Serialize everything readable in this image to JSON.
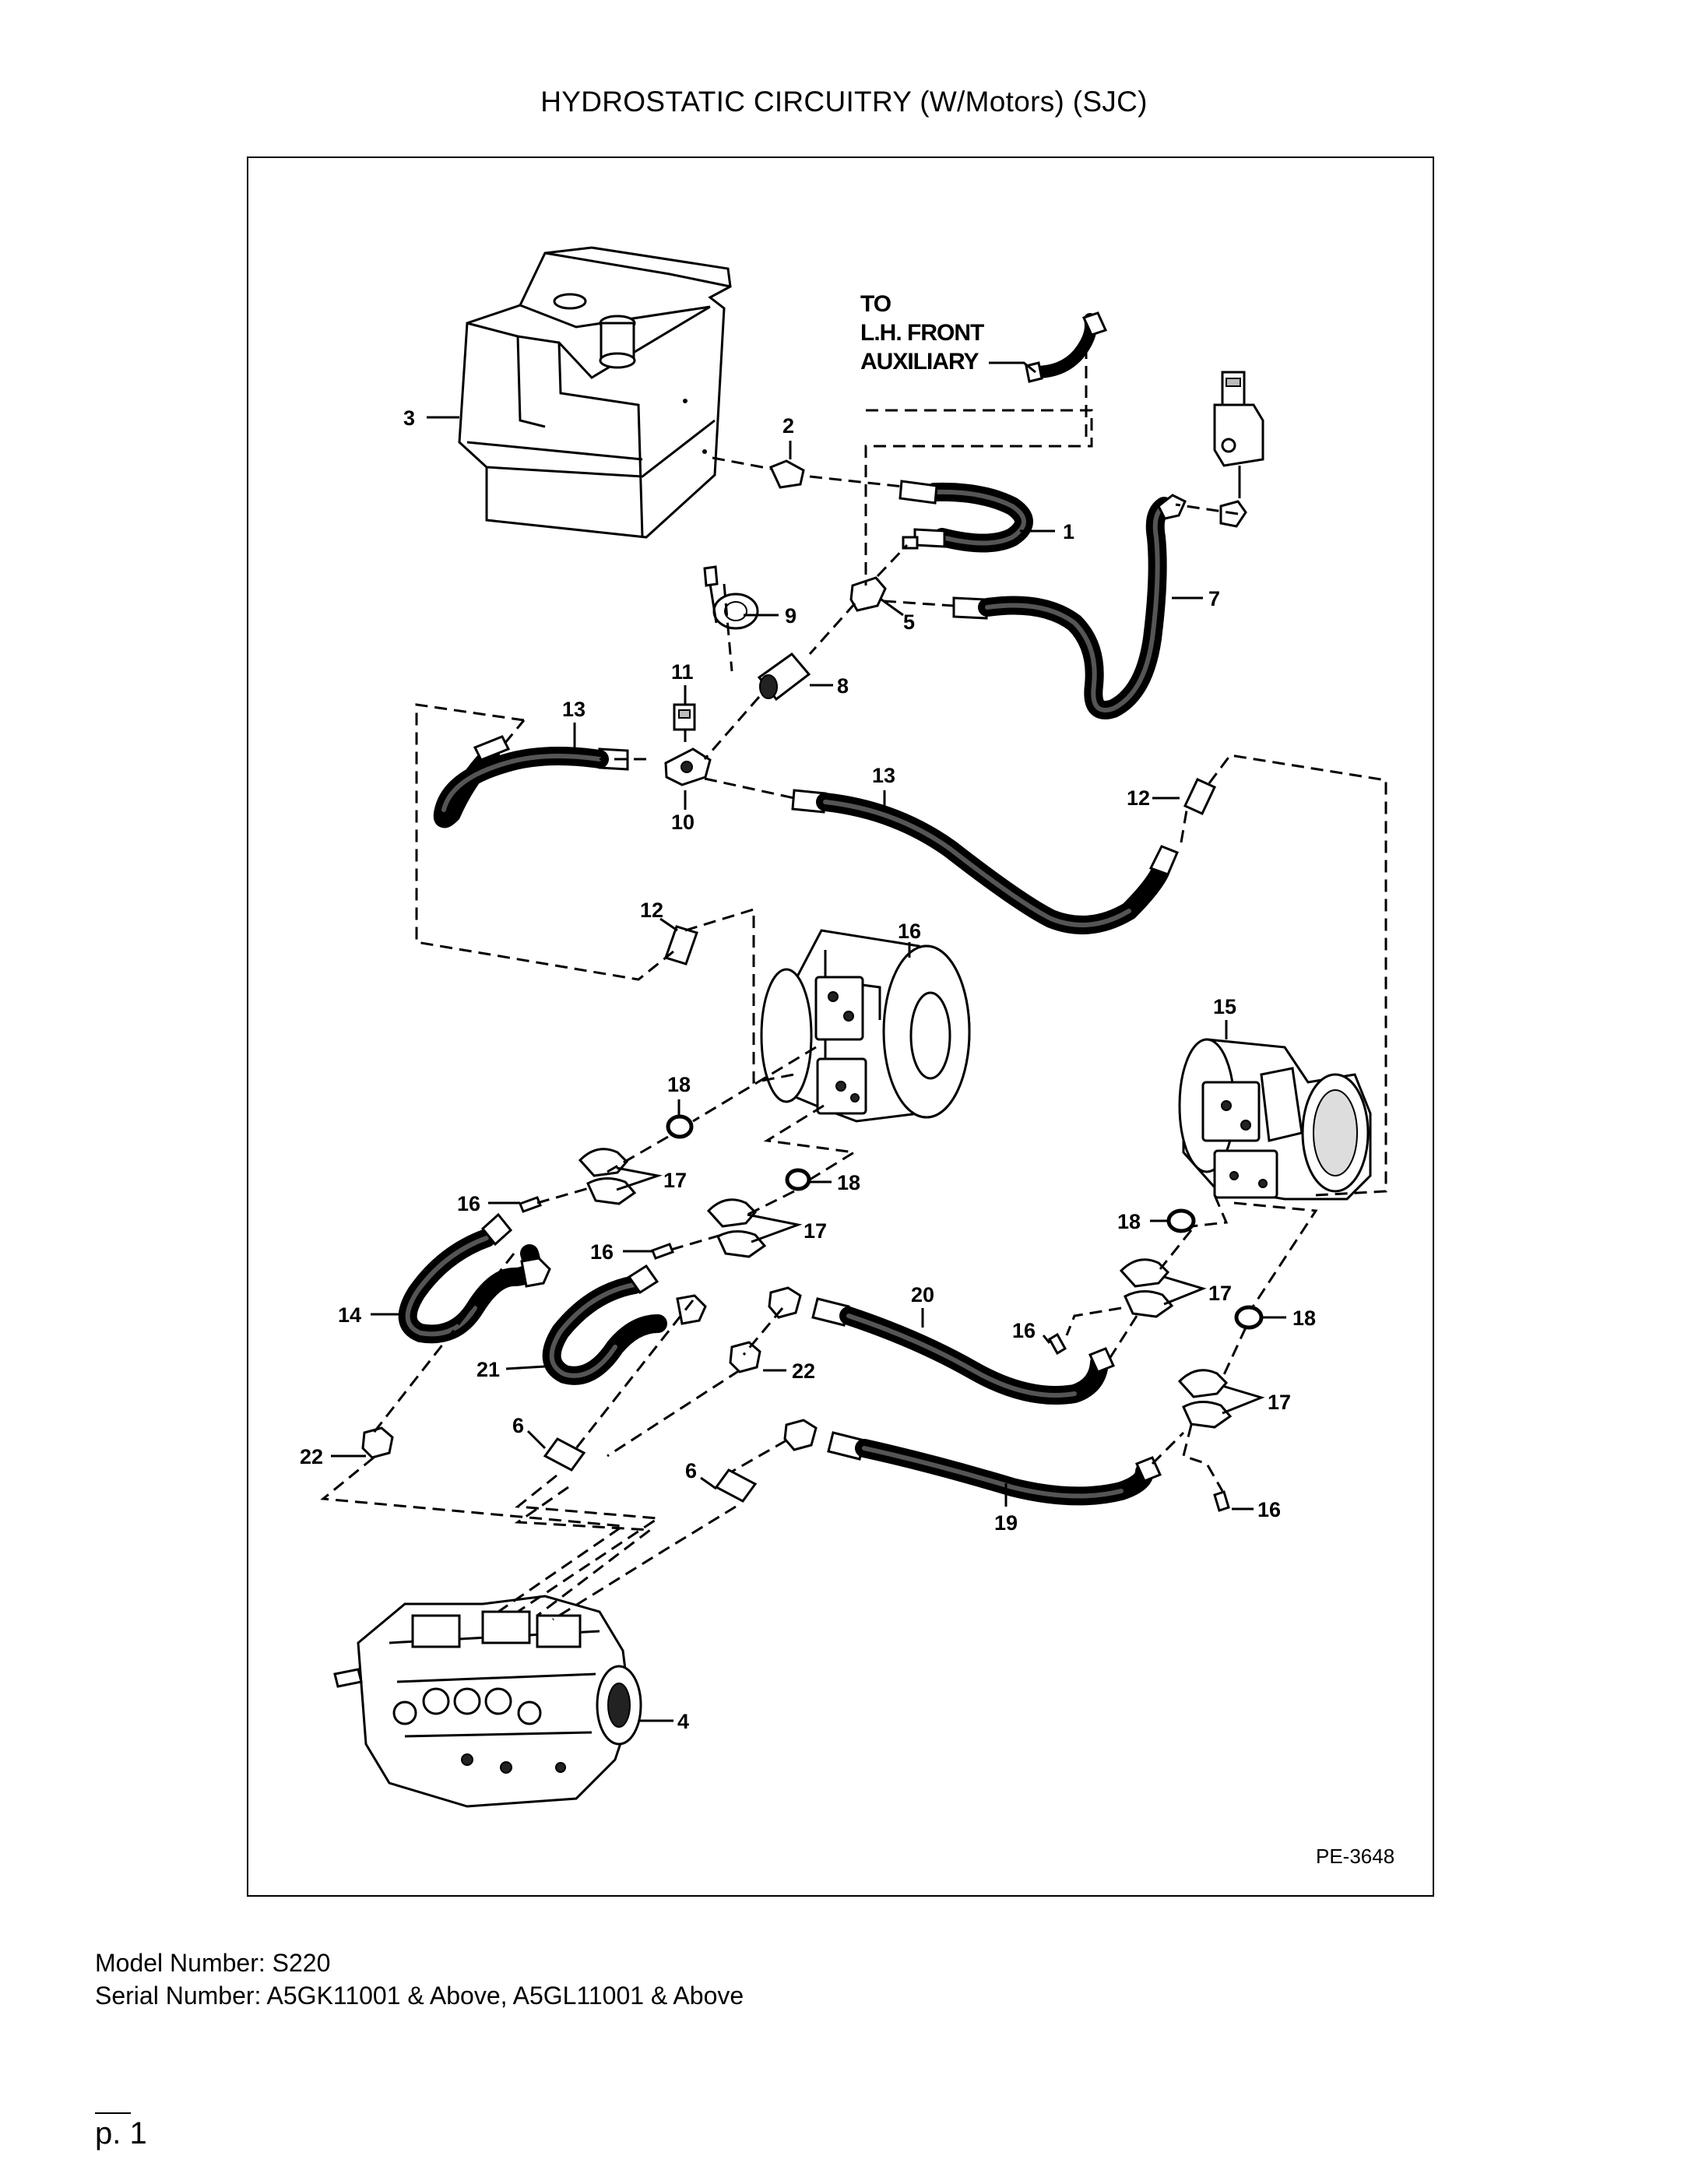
{
  "title": "HYDROSTATIC CIRCUITRY (W/Motors) (SJC)",
  "diagram": {
    "note_lines": [
      "TO",
      "L.H. FRONT",
      "AUXILIARY"
    ],
    "figure_id": "PE-3648",
    "callouts": {
      "c1": "1",
      "c2": "2",
      "c3": "3",
      "c4": "4",
      "c5": "5",
      "c6a": "6",
      "c6b": "6",
      "c7": "7",
      "c8": "8",
      "c9": "9",
      "c10": "10",
      "c11": "11",
      "c12a": "12",
      "c12b": "12",
      "c13a": "13",
      "c13b": "13",
      "c14": "14",
      "c15": "15",
      "c16a": "16",
      "c16b": "16",
      "c16c": "16",
      "c16d": "16",
      "c16e": "16",
      "c17a": "17",
      "c17b": "17",
      "c17c": "17",
      "c17d": "17",
      "c18a": "18",
      "c18b": "18",
      "c18c": "18",
      "c18d": "18",
      "c19": "19",
      "c20": "20",
      "c21": "21",
      "c22a": "22",
      "c22b": "22"
    }
  },
  "footer": {
    "model": "Model Number: S220",
    "serial": "Serial Number: A5GK11001 & Above, A5GL11001 & Above",
    "page": "p. 1"
  }
}
